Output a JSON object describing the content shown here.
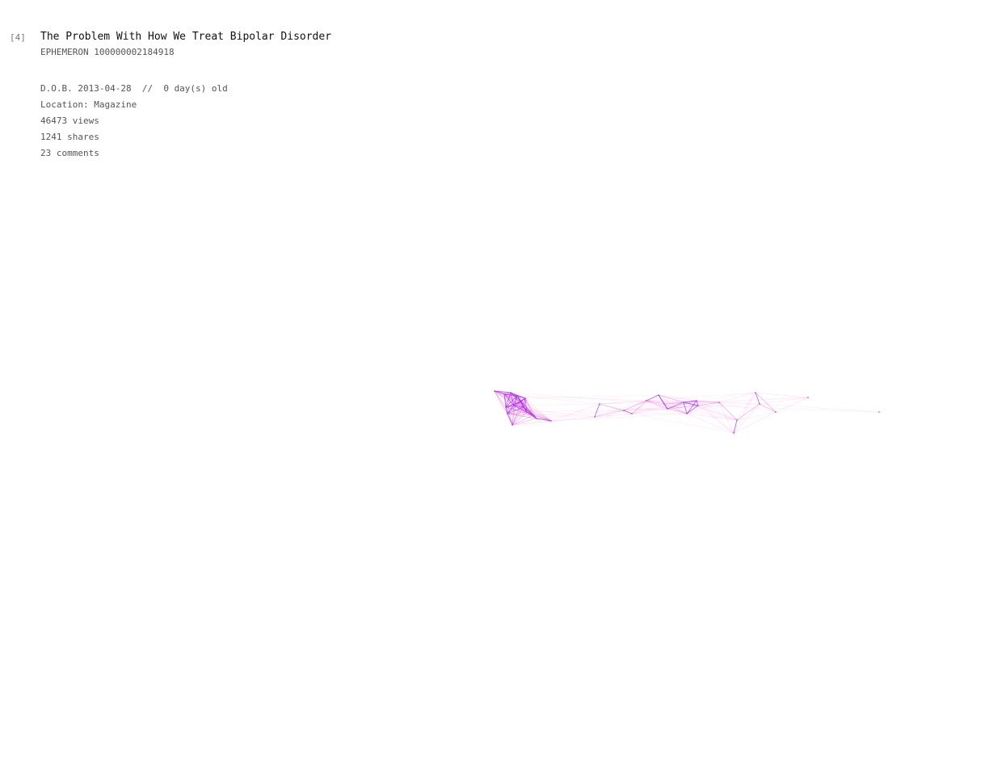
{
  "entry": {
    "index_label": "[4]",
    "title": "The Problem With How We Treat Bipolar Disorder",
    "identifier": "EPHEMERON 100000002184918"
  },
  "meta": {
    "dob": "D.O.B. 2013-04-28  //  0 day(s) old",
    "location": "Location: Magazine",
    "views": "46473 views",
    "shares": "1241 shares",
    "comments": "23 comments"
  },
  "colors": {
    "edge": "#ff66cc",
    "edge_strong": "#cc33cc",
    "edge_accent": "#9933ff",
    "node": "#333333"
  }
}
